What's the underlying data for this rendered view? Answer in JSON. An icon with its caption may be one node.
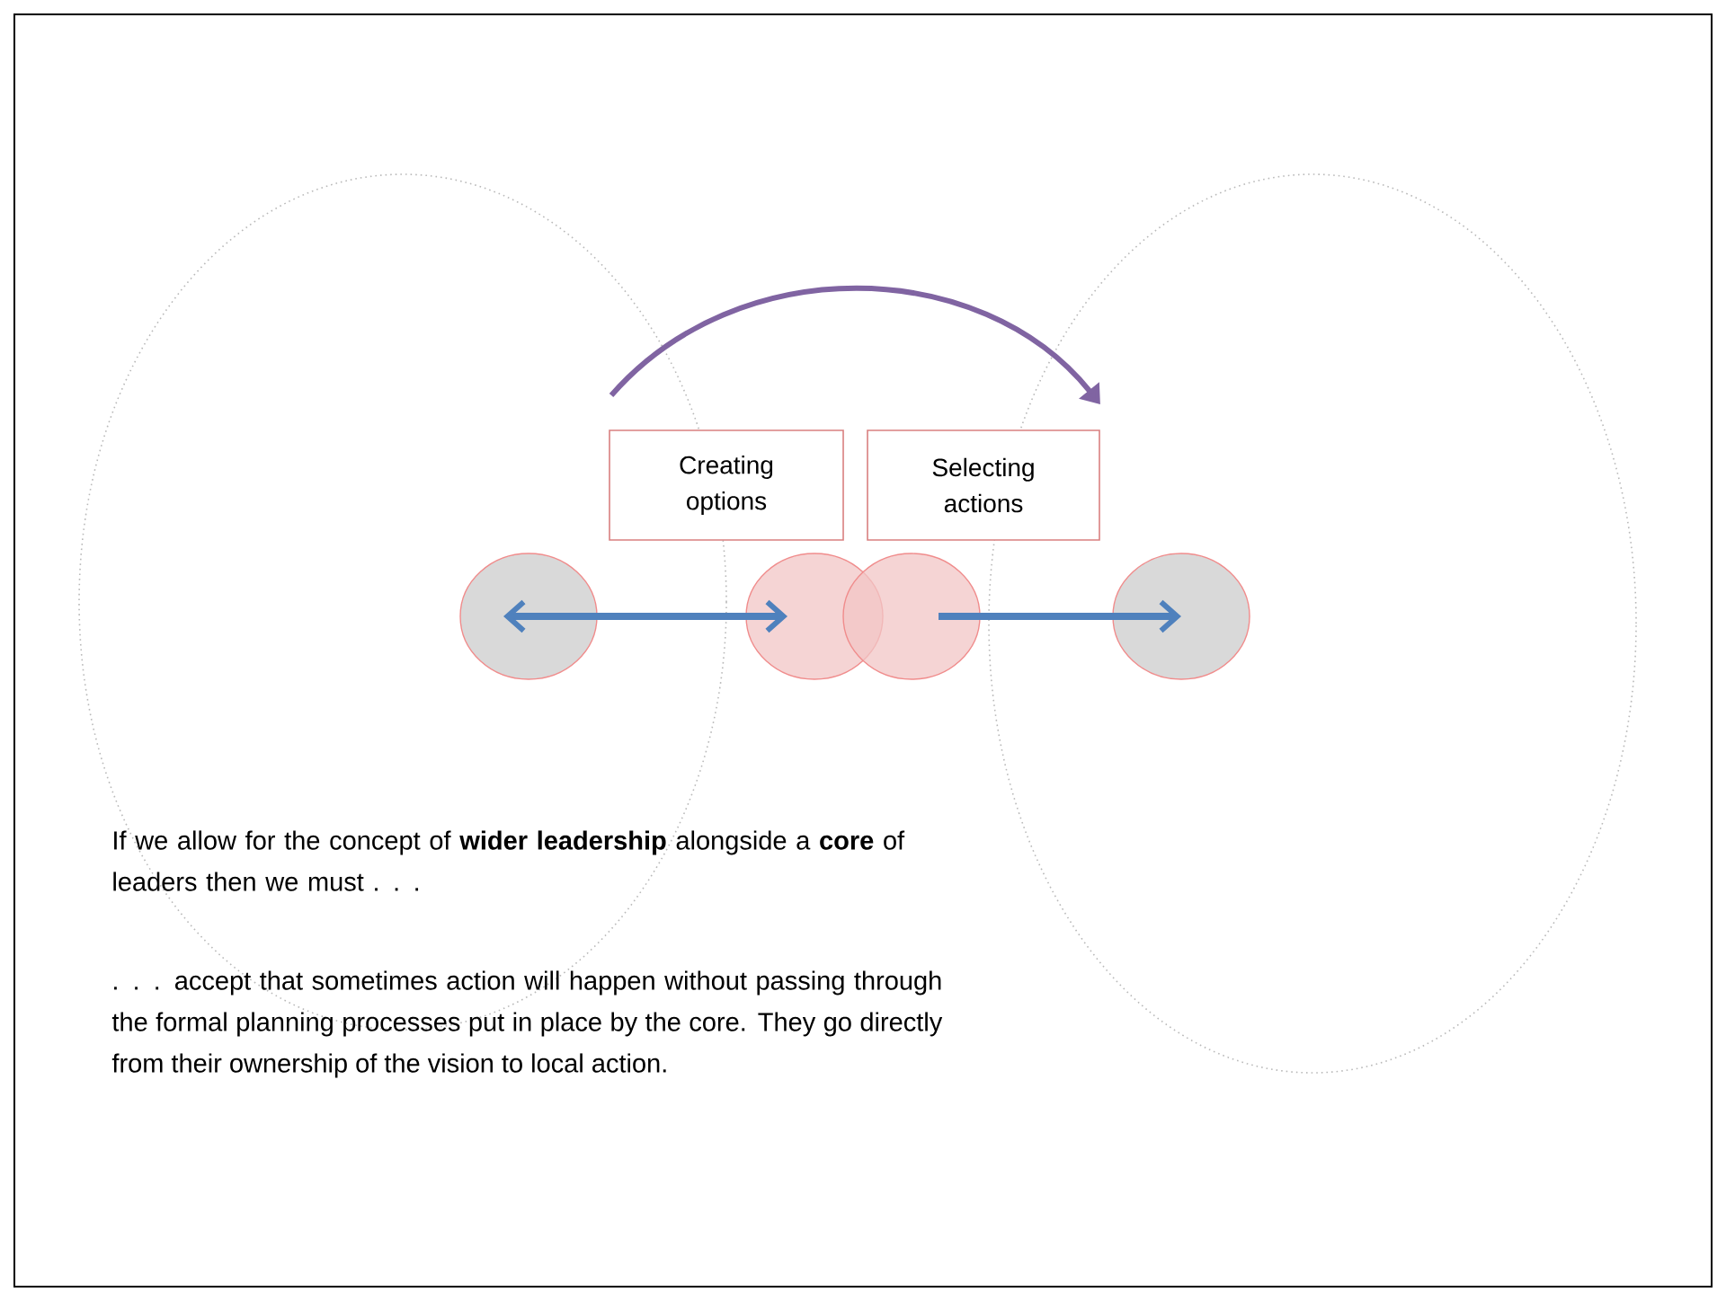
{
  "diagram": {
    "nodes": [
      {
        "text": [],
        "shape": "ellipse"
      },
      {
        "text": [],
        "shape": "ellipse"
      },
      {
        "text": [
          "Creating options"
        ]
      },
      {
        "text": [
          "Selecting actions"
        ]
      },
      {
        "text": [],
        "shape": "circle",
        "in": 0
      },
      {
        "text": [],
        "shape": "circle"
      },
      {
        "text": [],
        "shape": "circle"
      },
      {
        "text": [],
        "shape": "circle",
        "in": 1
      }
    ],
    "edges": [
      {
        "from": 4,
        "to": 5,
        "arrow": "both"
      },
      {
        "from": 6,
        "to": 7,
        "arrow": "to"
      }
    ],
    "labels": [
      "If we allow for the concept of **wider leadership** alongside a **core** of leaders then we must . . .",
      ". . . accept that sometimes action will happen without passing through the formal planning processes put in place by the core. They go directly from their ownership of the vision to local action."
    ]
  }
}
